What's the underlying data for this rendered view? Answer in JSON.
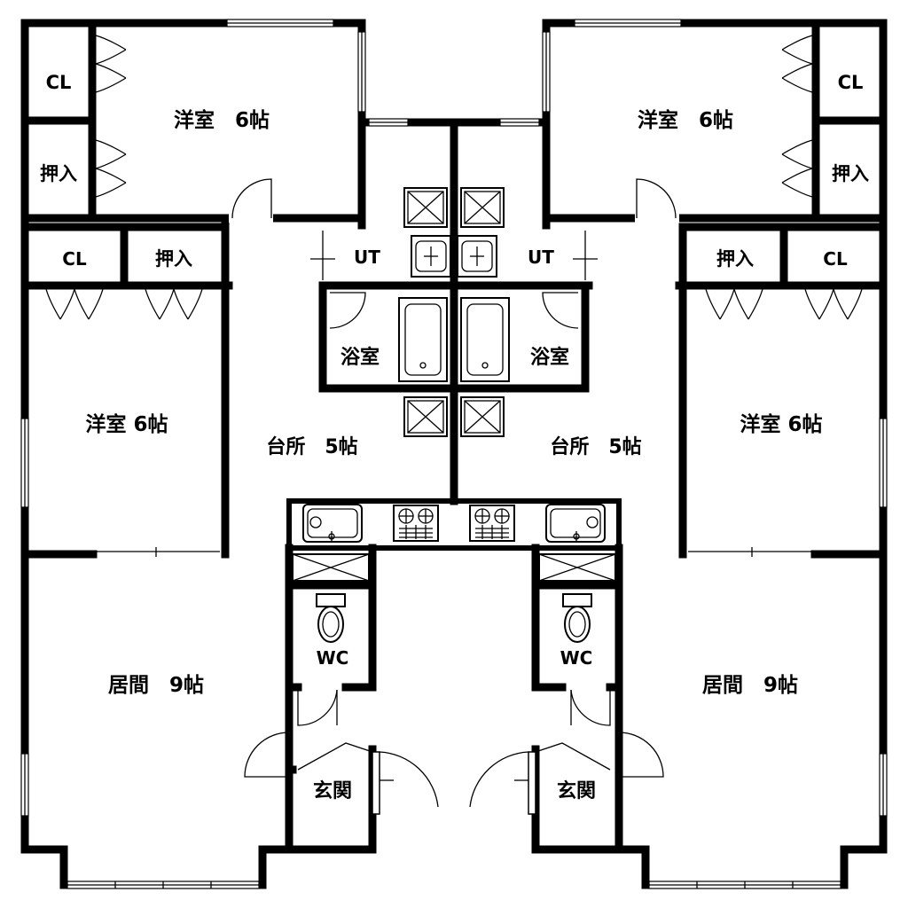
{
  "rooms": {
    "left": {
      "bedroom_top": "洋室　6帖",
      "cl_top": "CL",
      "oshiire_top": "押入",
      "cl_mid": "CL",
      "oshiire_mid": "押入",
      "bedroom_mid": "洋室 6帖",
      "ut": "UT",
      "bath": "浴室",
      "kitchen": "台所　5帖",
      "wc": "WC",
      "living": "居間　9帖",
      "entrance": "玄関"
    },
    "right": {
      "bedroom_top": "洋室　6帖",
      "cl_top": "CL",
      "oshiire_top": "押入",
      "cl_mid": "CL",
      "oshiire_mid": "押入",
      "bedroom_mid": "洋室 6帖",
      "ut": "UT",
      "bath": "浴室",
      "kitchen": "台所　5帖",
      "wc": "WC",
      "living": "居間　9帖",
      "entrance": "玄関"
    }
  }
}
